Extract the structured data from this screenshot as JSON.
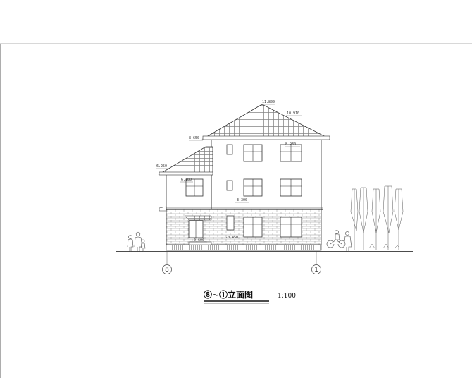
{
  "drawing": {
    "title": "⑧~①立面图",
    "scale": "1:100",
    "axes": {
      "left": "8",
      "right": "1"
    },
    "elevations": {
      "ridge": "11.800",
      "upper_eave": "10.910",
      "upper_wall": "8.930",
      "mid_roof": "8.650",
      "side_roof": "6.250",
      "second_floor": "6.180",
      "first_floor": "3.300",
      "ground": "-0.600",
      "base": "-0.450"
    }
  }
}
